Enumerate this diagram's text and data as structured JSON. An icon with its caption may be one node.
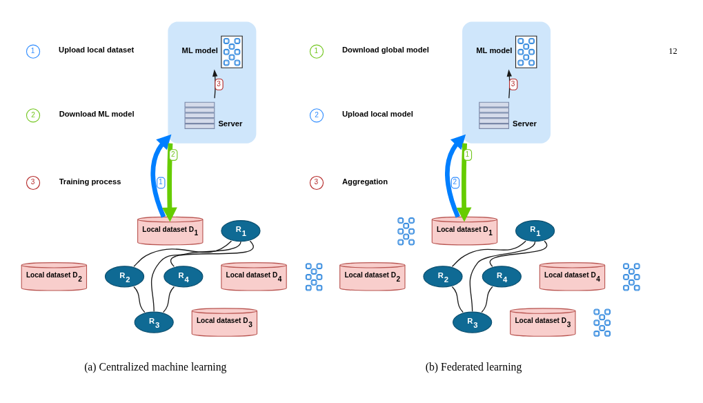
{
  "diagram": {
    "nodes": [
      {
        "text": [
          "1"
        ],
        "beside": [
          "Upload local dataset"
        ]
      },
      {
        "text": [
          "2"
        ],
        "beside": [
          "Download ML model"
        ]
      },
      {
        "text": [
          "3"
        ],
        "beside": [
          "Training process"
        ]
      },
      {
        "text": [],
        "shape": "cloud"
      },
      {
        "text": [
          "ML model"
        ],
        "in": 3
      },
      {
        "text": [
          "Server"
        ],
        "in": 3
      },
      {
        "text": [
          "Local dataset D$_{1}$"
        ]
      },
      {
        "text": [
          "R$_{1}$"
        ]
      },
      {
        "text": [
          "Local dataset D$_{2}$"
        ]
      },
      {
        "text": [
          "R$_{2}$"
        ]
      },
      {
        "text": [
          "R$_{4}$"
        ]
      },
      {
        "text": [
          "Local dataset D$_{4}$"
        ]
      },
      {
        "text": [
          "R$_{3}$"
        ]
      },
      {
        "text": [
          "Local dataset D$_{3}$"
        ]
      },
      {
        "text": [
          "1"
        ],
        "beside": [
          "Download global model"
        ]
      },
      {
        "text": [
          "2"
        ],
        "beside": [
          "Upload local model"
        ]
      },
      {
        "text": [
          "3"
        ],
        "beside": [
          "Aggregation"
        ]
      },
      {
        "text": [],
        "shape": "cloud"
      },
      {
        "text": [
          "ML model"
        ],
        "in": 17
      },
      {
        "text": [
          "Server"
        ],
        "in": 17
      },
      {
        "text": [],
        "shape": "picture"
      },
      {
        "text": [
          "Local dataset D$_{1}$"
        ]
      },
      {
        "text": [
          "R$_{1}$"
        ]
      },
      {
        "text": [],
        "shape": "picture"
      },
      {
        "text": [
          "Local dataset D$_{2}$"
        ]
      },
      {
        "text": [
          "R$_{2}$"
        ]
      },
      {
        "text": [
          "R$_{4}$"
        ]
      },
      {
        "text": [
          "Local dataset D$_{4}$"
        ]
      },
      {
        "text": [],
        "shape": "picture"
      },
      {
        "text": [
          "R$_{3}$"
        ]
      },
      {
        "text": [
          "Local dataset D$_{3}$"
        ]
      },
      {
        "text": [],
        "shape": "picture"
      }
    ],
    "edges": [
      {
        "from": 5,
        "to": 4,
        "arrow": "to",
        "label": "3"
      },
      {
        "from": 6,
        "to": 3,
        "arrow": "to",
        "label": "1",
        "style": "thick",
        "color": "#007fff"
      },
      {
        "from": 3,
        "to": 6,
        "arrow": "to",
        "label": "2",
        "style": "thick",
        "color": "#66cc00"
      },
      {
        "from": 7,
        "to": 9,
        "arrow": "none"
      },
      {
        "from": 7,
        "to": 12,
        "arrow": "none"
      },
      {
        "from": 7,
        "to": 10,
        "arrow": "none"
      },
      {
        "from": 9,
        "to": 12,
        "arrow": "none"
      },
      {
        "from": 10,
        "to": 12,
        "arrow": "none"
      },
      {
        "from": 19,
        "to": 18,
        "arrow": "to",
        "label": "3"
      },
      {
        "from": 21,
        "to": 17,
        "arrow": "to",
        "label": "2",
        "style": "thick",
        "color": "#007fff"
      },
      {
        "from": 17,
        "to": 21,
        "arrow": "to",
        "label": "1",
        "style": "thick",
        "color": "#66cc00"
      },
      {
        "from": 22,
        "to": 25,
        "arrow": "none"
      },
      {
        "from": 22,
        "to": 29,
        "arrow": "none"
      },
      {
        "from": 22,
        "to": 26,
        "arrow": "none"
      },
      {
        "from": 25,
        "to": 29,
        "arrow": "none"
      },
      {
        "from": 26,
        "to": 29,
        "arrow": "none"
      }
    ],
    "labels": [
      "12",
      "(a) Centralized machine learning",
      "(b) Federated learning"
    ]
  }
}
